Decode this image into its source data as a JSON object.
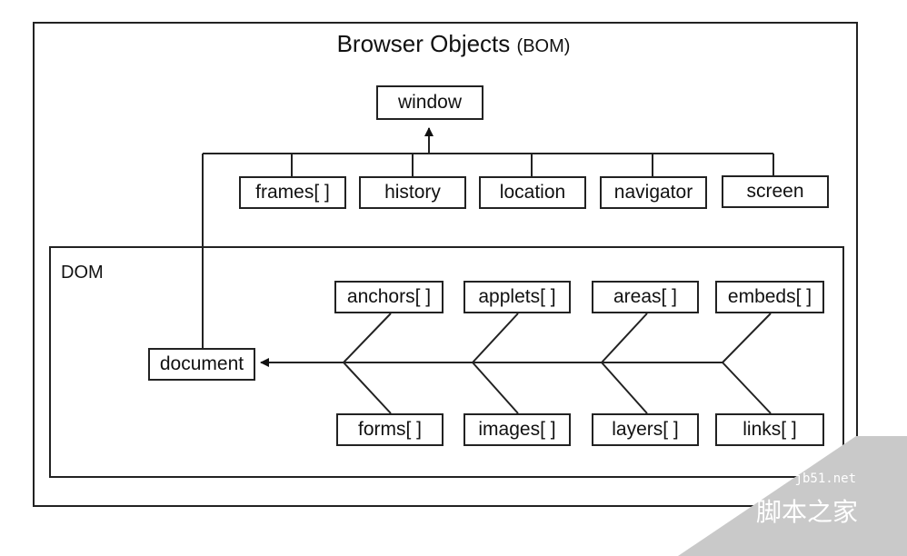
{
  "title": {
    "main": "Browser Objects",
    "abbr": "(BOM)"
  },
  "dom_label": "DOM",
  "nodes": {
    "window": "window",
    "frames": "frames[ ]",
    "history": "history",
    "location": "location",
    "navigator": "navigator",
    "screen": "screen",
    "document": "document",
    "anchors": "anchors[ ]",
    "applets": "applets[ ]",
    "areas": "areas[ ]",
    "embeds": "embeds[ ]",
    "forms": "forms[ ]",
    "images": "images[ ]",
    "layers": "layers[ ]",
    "links": "links[ ]"
  },
  "watermark": {
    "site": "jb51.net",
    "name": "脚本之家"
  }
}
